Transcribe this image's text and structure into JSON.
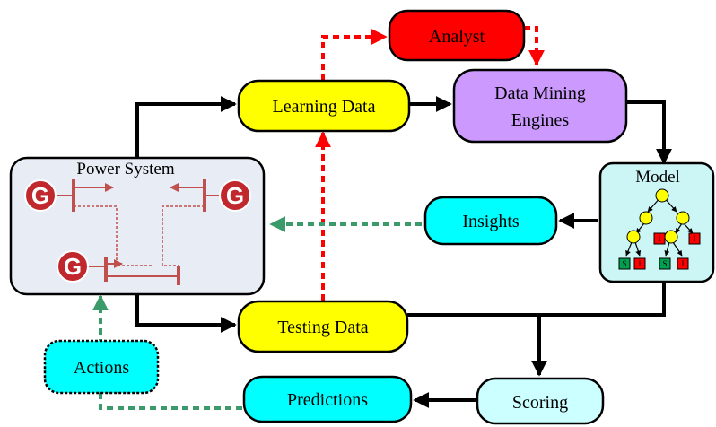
{
  "nodes": {
    "analyst": "Analyst",
    "learning_data": "Learning Data",
    "data_mining_engines": [
      "Data Mining",
      "Engines"
    ],
    "power_system": "Power System",
    "model": "Model",
    "insights": "Insights",
    "testing_data": "Testing Data",
    "actions": "Actions",
    "predictions": "Predictions",
    "scoring": "Scoring"
  },
  "generator_symbol": "G",
  "tree_leaves": {
    "stable": "S",
    "insecure": "I"
  },
  "colors": {
    "analyst": "#ff0000",
    "data": "#ffff00",
    "engines": "#cc99ff",
    "power_system": "#e8ecf5",
    "model": "#ccf5f5",
    "insights": "#00ffff",
    "actions": "#00ffff",
    "predictions": "#00ffff",
    "scoring": "#ccffff",
    "solid_arrow": "#000000",
    "red_dashed_arrow": "#ff0000",
    "green_dashed_arrow": "#3a9a6a",
    "grid_line": "#c0504d",
    "generator": "#c0282d",
    "tree_node": "#ffff00",
    "leaf_stable": "#00a050",
    "leaf_insecure": "#ff0000"
  }
}
